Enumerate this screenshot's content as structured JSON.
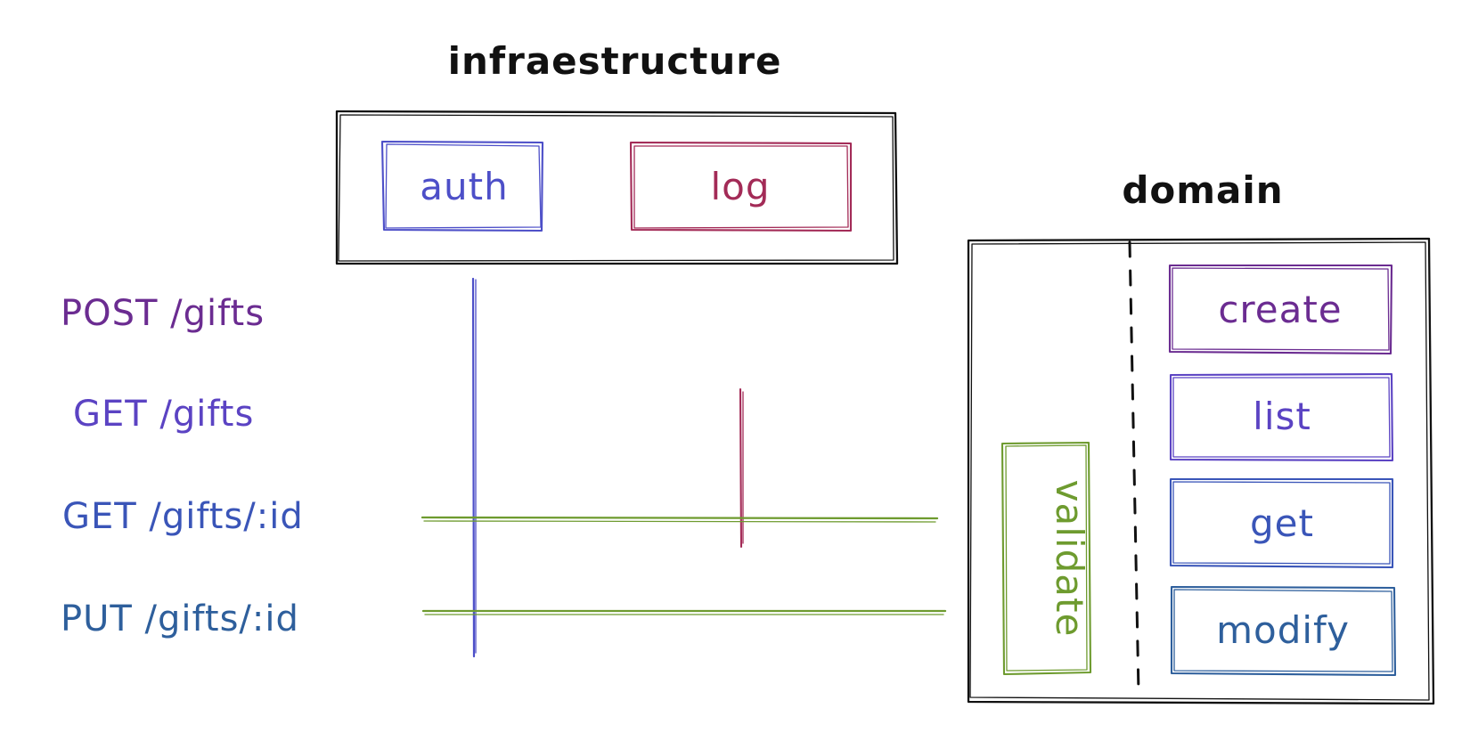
{
  "colors": {
    "ink": "#111111",
    "purple": "#6b2c91",
    "violet": "#5b43c3",
    "indigo": "#4d4fc8",
    "blue": "#3a55b8",
    "navy": "#2e5f9c",
    "crimson": "#a32b57",
    "green": "#6e9b2f"
  },
  "sections": {
    "infrastructure": {
      "title": "infraestructure",
      "boxes": {
        "auth": "auth",
        "log": "log"
      }
    },
    "domain": {
      "title": "domain",
      "actions": {
        "create": "create",
        "list": "list",
        "get": "get",
        "modify": "modify"
      },
      "validate": "validate"
    }
  },
  "routes": [
    {
      "label": "POST /gifts"
    },
    {
      "label": "GET /gifts"
    },
    {
      "label": "GET /gifts/:id"
    },
    {
      "label": "PUT /gifts/:id"
    }
  ]
}
